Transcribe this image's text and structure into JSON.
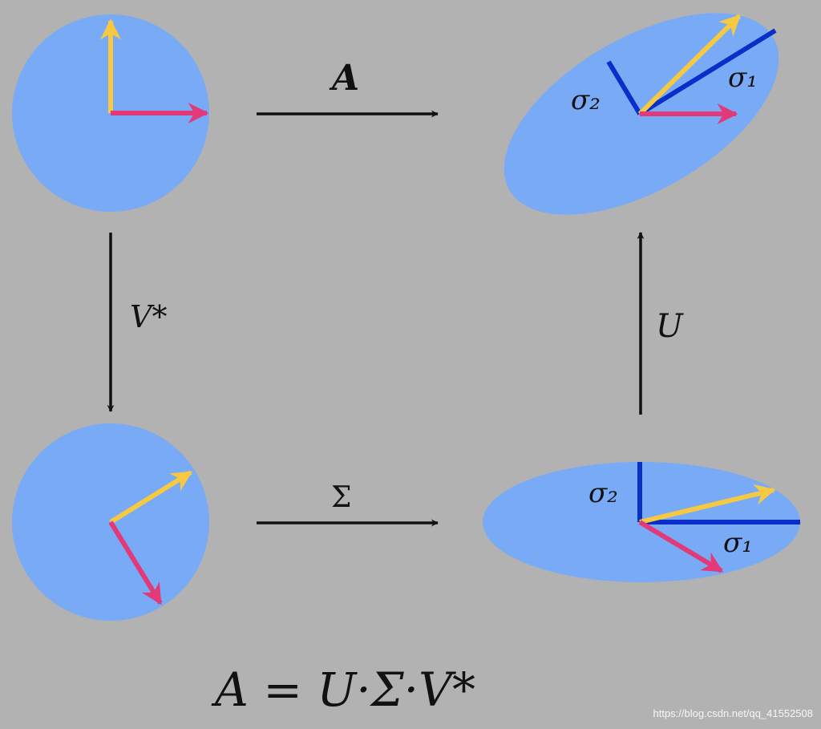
{
  "colors": {
    "background": "#b2b2b2",
    "shape_fill": "#78aaf6",
    "vector_yellow": "#f7c940",
    "vector_pink": "#e23a78",
    "singular_axis": "#0a2ec8",
    "arrow": "#111111"
  },
  "labels": {
    "top_arrow": "A",
    "left_arrow": "V*",
    "bottom_arrow": "Σ",
    "right_arrow": "U",
    "sigma1_top": "σ₁",
    "sigma2_top": "σ₂",
    "sigma1_bottom": "σ₁",
    "sigma2_bottom": "σ₂"
  },
  "equation": "A = U·Σ·V*",
  "watermark": "https://blog.csdn.net/qq_41552508"
}
